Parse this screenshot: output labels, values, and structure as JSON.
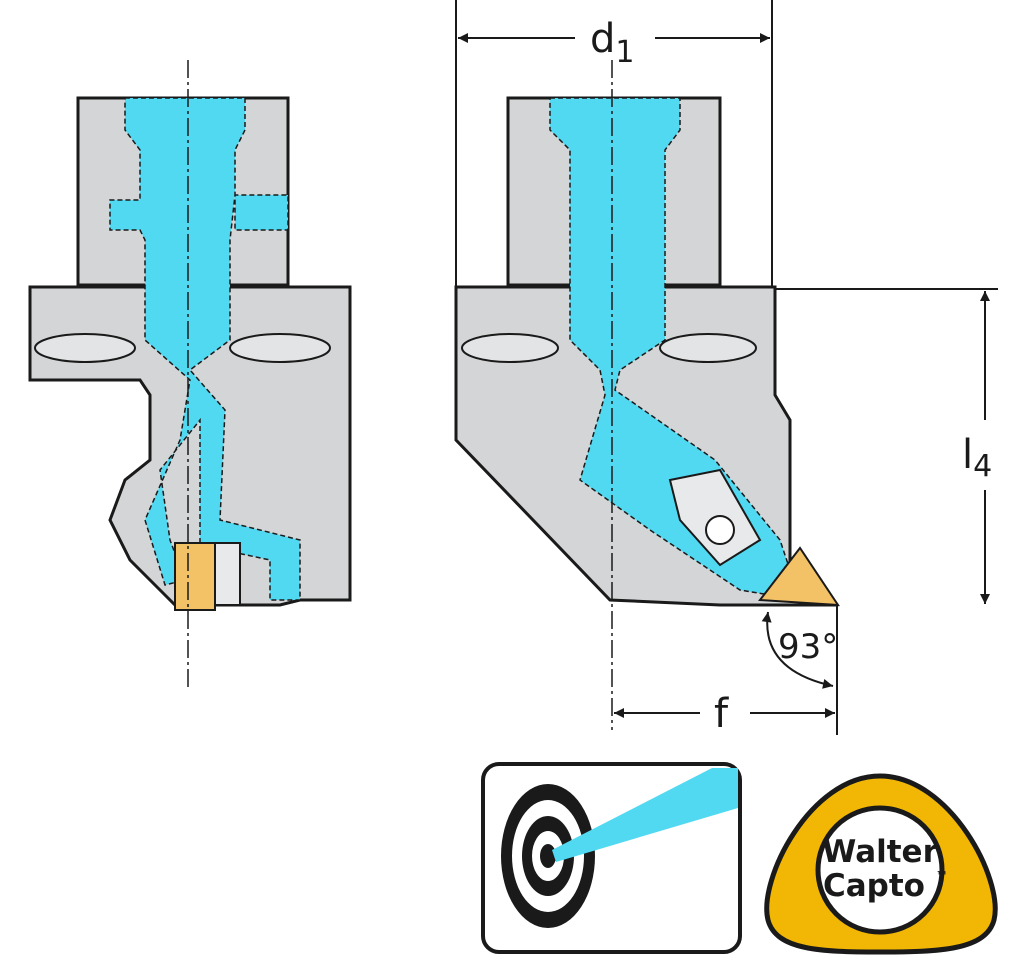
{
  "dimensions": {
    "d1": {
      "main": "d",
      "sub": "1"
    },
    "l4": {
      "main": "l",
      "sub": "4"
    },
    "f": "f",
    "angle": "93°"
  },
  "colors": {
    "body": "#d3d5d7",
    "coolant": "#52d9f2",
    "insert": "#f3c267",
    "logo_gold": "#f2b705",
    "outline": "#1a1a1a"
  },
  "icons": {
    "coolant_target": "precision-coolant-icon"
  },
  "logo": {
    "line1": "Walter",
    "line2": "Capto",
    "tm": "™"
  }
}
